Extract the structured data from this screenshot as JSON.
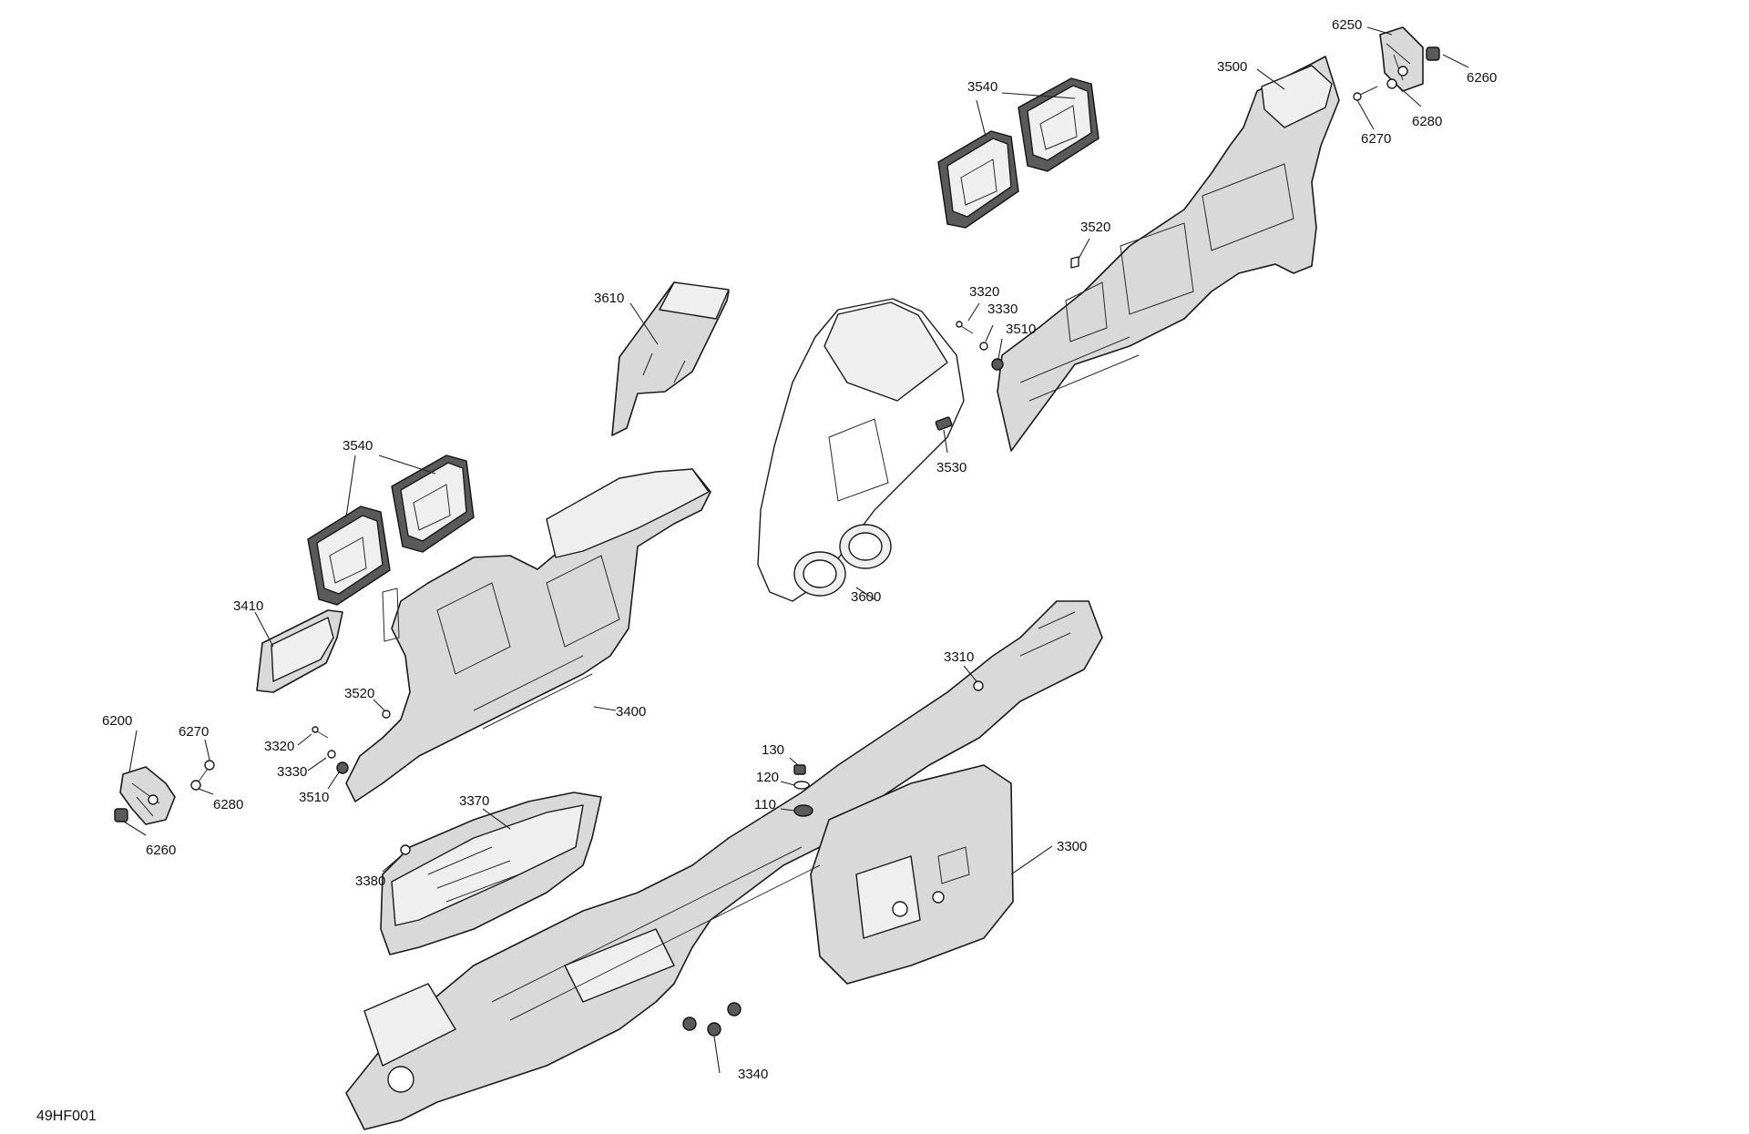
{
  "diagram": {
    "reference_code": "49HF001",
    "callouts": {
      "c6250": "6250",
      "c6260_top": "6260",
      "c6280_top": "6280",
      "c6270_top": "6270",
      "c3500": "3500",
      "c3540_top": "3540",
      "c3520_top": "3520",
      "c3320_top": "3320",
      "c3330_top": "3330",
      "c3510_top": "3510",
      "c3610": "3610",
      "c3530": "3530",
      "c3600": "3600",
      "c3540_left": "3540",
      "c3410": "3410",
      "c3520_left": "3520",
      "c3400": "3400",
      "c3320_left": "3320",
      "c3330_left": "3330",
      "c3510_left": "3510",
      "c6200": "6200",
      "c6270_left": "6270",
      "c6280_left": "6280",
      "c6260_left": "6260",
      "c3310": "3310",
      "c130": "130",
      "c120": "120",
      "c110": "110",
      "c3370": "3370",
      "c3380": "3380",
      "c3300": "3300",
      "c3340": "3340"
    }
  }
}
